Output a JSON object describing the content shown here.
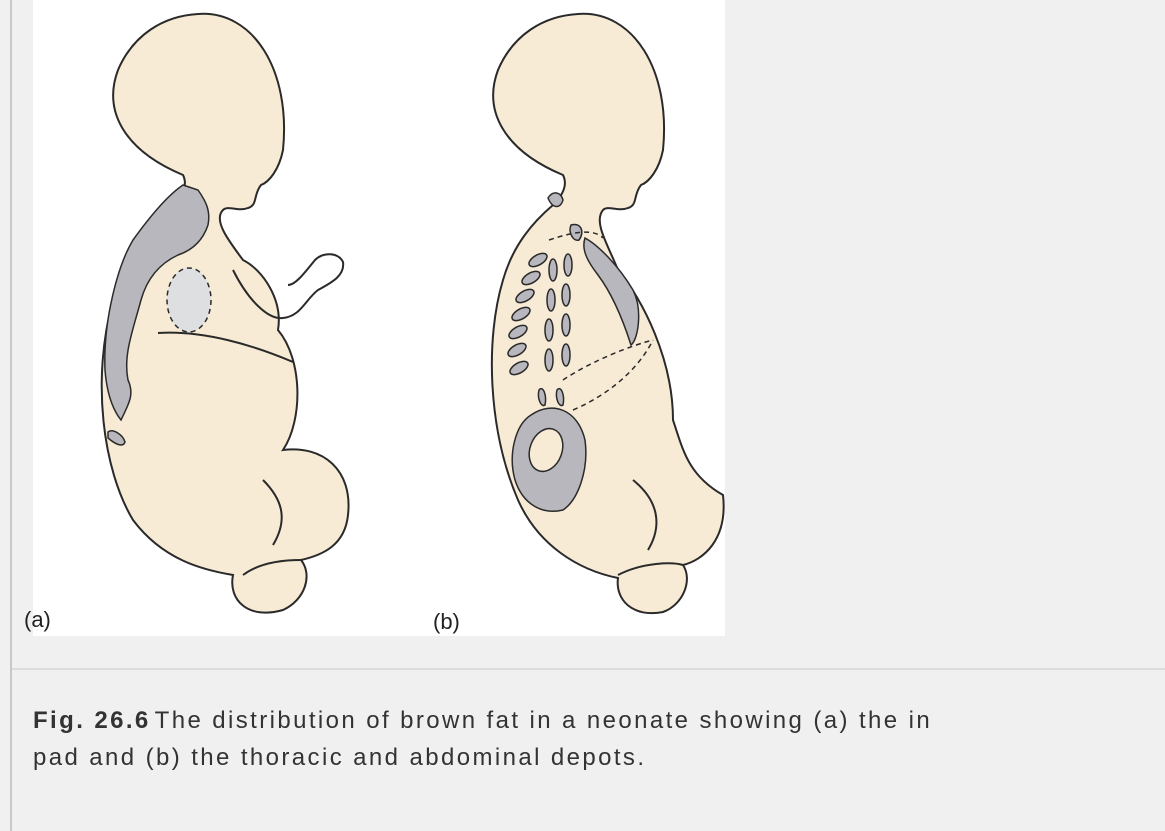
{
  "figure": {
    "panels": [
      {
        "label": "(a)"
      },
      {
        "label": "(b)"
      }
    ],
    "colors": {
      "skin": "#f7ebd6",
      "brown_fat": "#b7b7bd",
      "light_depot": "#dedfe1",
      "outline": "#2a2a2a"
    }
  },
  "caption": {
    "figure_id": "Fig. 26.6",
    "line1": "The distribution of brown fat in a neonate showing (a) the in",
    "line2": "pad and (b) the thoracic and abdominal depots."
  }
}
